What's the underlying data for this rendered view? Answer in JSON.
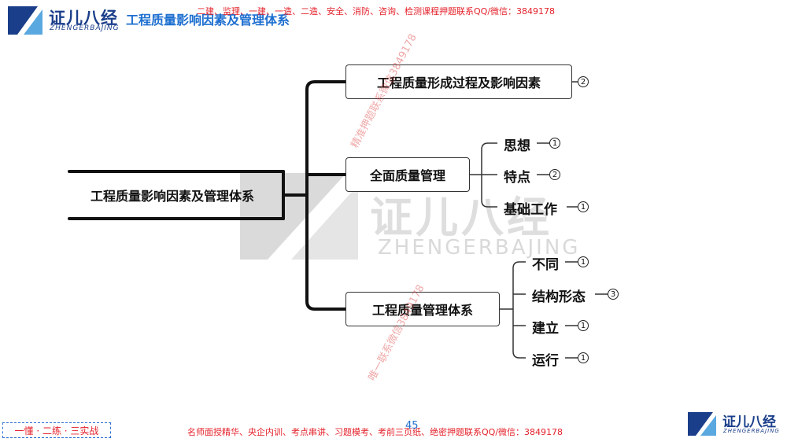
{
  "header": {
    "brand_cn": "证儿八经",
    "brand_en": "ZHENGERBAJING",
    "title": "工程质量影响因素及管理体系",
    "promo": "二建、监理、一建、一造、二造、安全、消防、咨询、检测课程押题联系QQ/微信：3849178"
  },
  "diagram": {
    "root": "工程质量影响因素及管理体系",
    "branches": [
      {
        "label": "工程质量形成过程及影响因素",
        "badge": "2",
        "children": []
      },
      {
        "label": "全面质量管理",
        "children": [
          {
            "label": "思想",
            "badge": "1"
          },
          {
            "label": "特点",
            "badge": "2"
          },
          {
            "label": "基础工作",
            "badge": "1"
          }
        ]
      },
      {
        "label": "工程质量管理体系",
        "children": [
          {
            "label": "不同",
            "badge": "1"
          },
          {
            "label": "结构形态",
            "badge": "3"
          },
          {
            "label": "建立",
            "badge": "1"
          },
          {
            "label": "运行",
            "badge": "1"
          }
        ]
      }
    ]
  },
  "watermarks": {
    "center_cn": "证儿八经",
    "center_en": "ZHENGERBAJING",
    "diag1": "精准押题联系微信3849178",
    "diag2": "唯一联系微信3849178"
  },
  "footer": {
    "slogan": "一懂 · 二练 · 三实战",
    "promo": "名师面授精华、央企内训、考点串讲、习题模考、考前三页纸、绝密押题联系QQ/微信：3849178",
    "page": "45",
    "brand_cn": "证儿八经",
    "brand_en": "ZHENGERBAJING"
  },
  "colors": {
    "brand": "#1a3e8a",
    "title": "#1e6fd0",
    "promo": "#e4212a",
    "line": "#111111"
  }
}
